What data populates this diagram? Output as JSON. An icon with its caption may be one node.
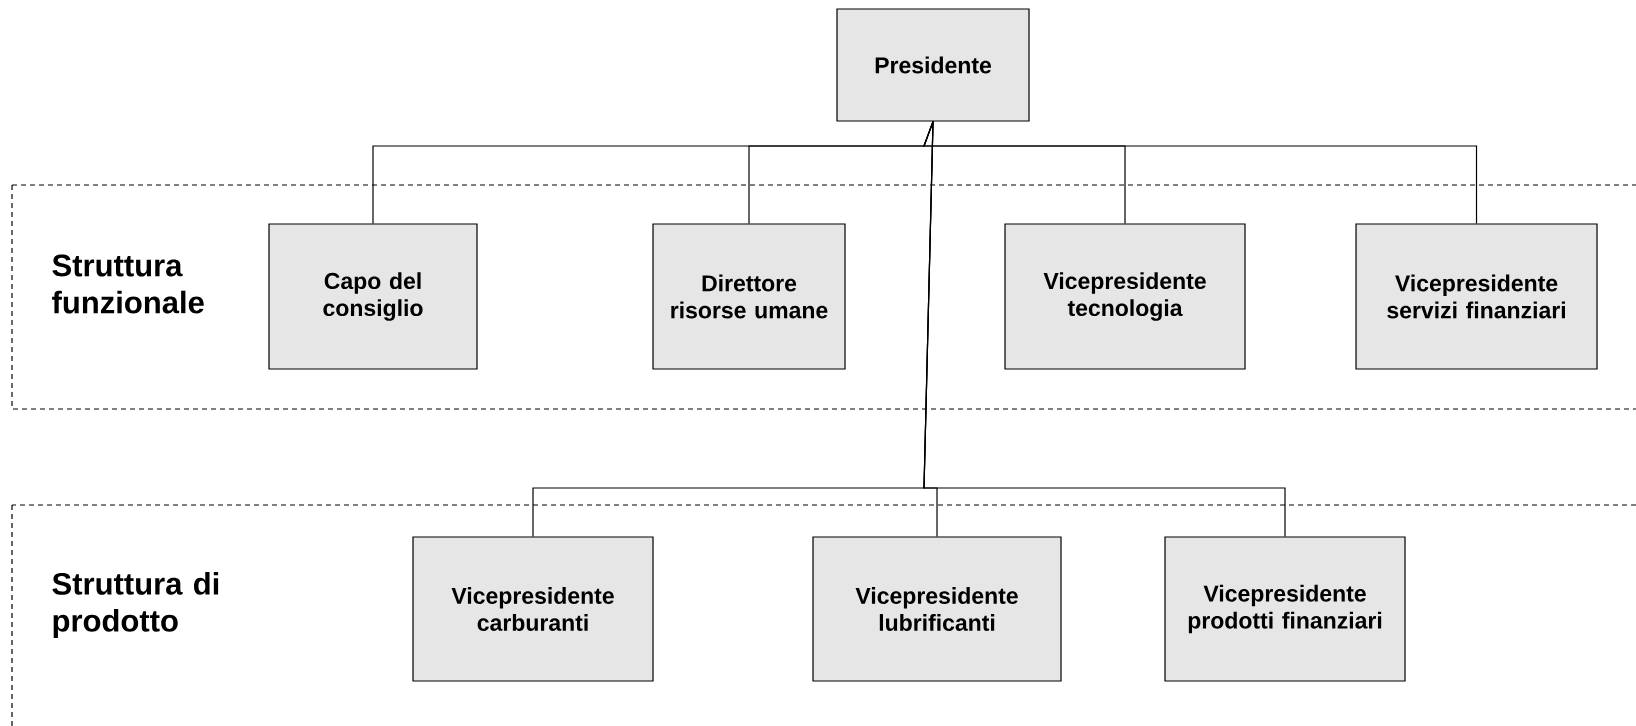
{
  "diagram": {
    "nodes": [
      {
        "text": [
          "Presidente"
        ]
      },
      {
        "text": [
          "Struttura funzionale"
        ]
      },
      {
        "text": [
          "Capo del consiglio"
        ],
        "in": 1
      },
      {
        "text": [
          "Direttore risorse umane"
        ],
        "in": 1
      },
      {
        "text": [
          "Vicepresidente tecnologia"
        ],
        "in": 1
      },
      {
        "text": [
          "Vicepresidente servizi finanziari"
        ],
        "in": 1
      },
      {
        "text": [
          "Struttura di prodotto"
        ]
      },
      {
        "text": [
          "Vicepresidente carburanti"
        ],
        "in": 6
      },
      {
        "text": [
          "Vicepresidente lubrificanti"
        ],
        "in": 6
      },
      {
        "text": [
          "Vicepresidente prodotti finanziari"
        ],
        "in": 6
      }
    ],
    "edges": [
      {
        "from": 0,
        "to": 2,
        "arrow": "none"
      },
      {
        "from": 0,
        "to": 3,
        "arrow": "none"
      },
      {
        "from": 0,
        "to": 4,
        "arrow": "none"
      },
      {
        "from": 0,
        "to": 5,
        "arrow": "none"
      },
      {
        "from": 0,
        "to": 7,
        "arrow": "none"
      },
      {
        "from": 0,
        "to": 8,
        "arrow": "none"
      },
      {
        "from": 0,
        "to": 9,
        "arrow": "none"
      }
    ]
  }
}
